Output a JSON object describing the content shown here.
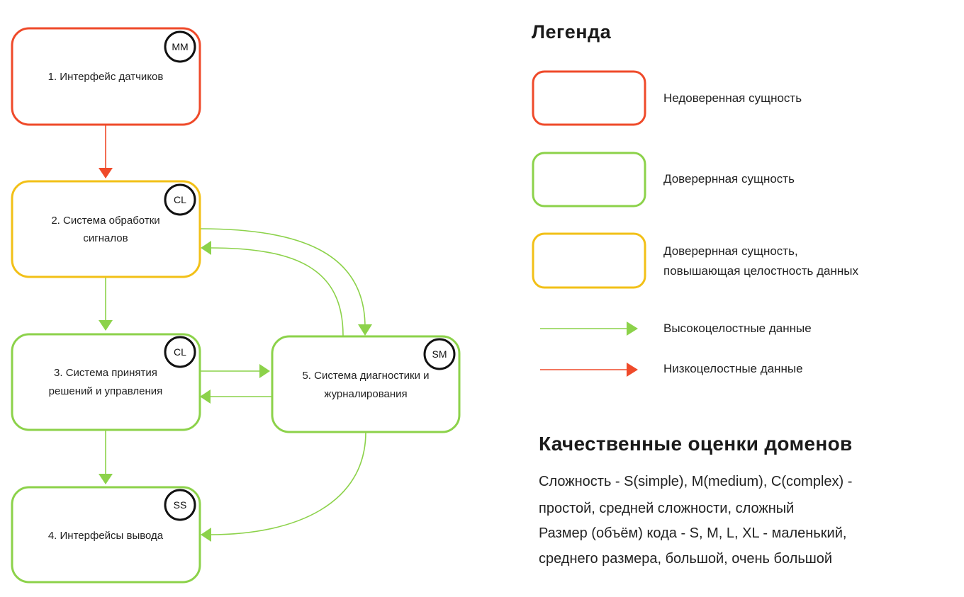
{
  "colors": {
    "untrusted": "#ef4a2a",
    "trusted": "#8cd24a",
    "integrity": "#f2c017",
    "badge_stroke": "#111111"
  },
  "nodes": [
    {
      "id": "sensor-interface",
      "lines": [
        "1. Интерфейс датчиков"
      ],
      "badge": "MM",
      "kind": "untrusted"
    },
    {
      "id": "signal-processing",
      "lines": [
        "2. Система обработки",
        "сигналов"
      ],
      "badge": "CL",
      "kind": "integrity"
    },
    {
      "id": "decision-control",
      "lines": [
        "3. Система принятия",
        "решений и управления"
      ],
      "badge": "CL",
      "kind": "trusted"
    },
    {
      "id": "output-interfaces",
      "lines": [
        "4. Интерфейсы вывода"
      ],
      "badge": "SS",
      "kind": "trusted"
    },
    {
      "id": "diagnostics-logging",
      "lines": [
        "5. Система диагностики и",
        "журналирования"
      ],
      "badge": "SM",
      "kind": "trusted"
    }
  ],
  "legend": {
    "title": "Легенда",
    "untrusted_entity": "Недоверенная сущность",
    "trusted_entity": "Доверернная сущность",
    "integrity_entity_line1": "Доверернная сущность,",
    "integrity_entity_line2": "повышающая целостность данных",
    "high_integrity_data": "Высокоцелостные данные",
    "low_integrity_data": "Низкоцелостные данные"
  },
  "quality": {
    "title": "Качественные оценки доменов",
    "line1": "Сложность - S(simple), M(medium), C(complex) -",
    "line2": "простой, средней сложности, сложный",
    "line3": "Размер (объём) кода - S, M, L, XL - маленький,",
    "line4": "среднего размера, большой, очень большой"
  }
}
